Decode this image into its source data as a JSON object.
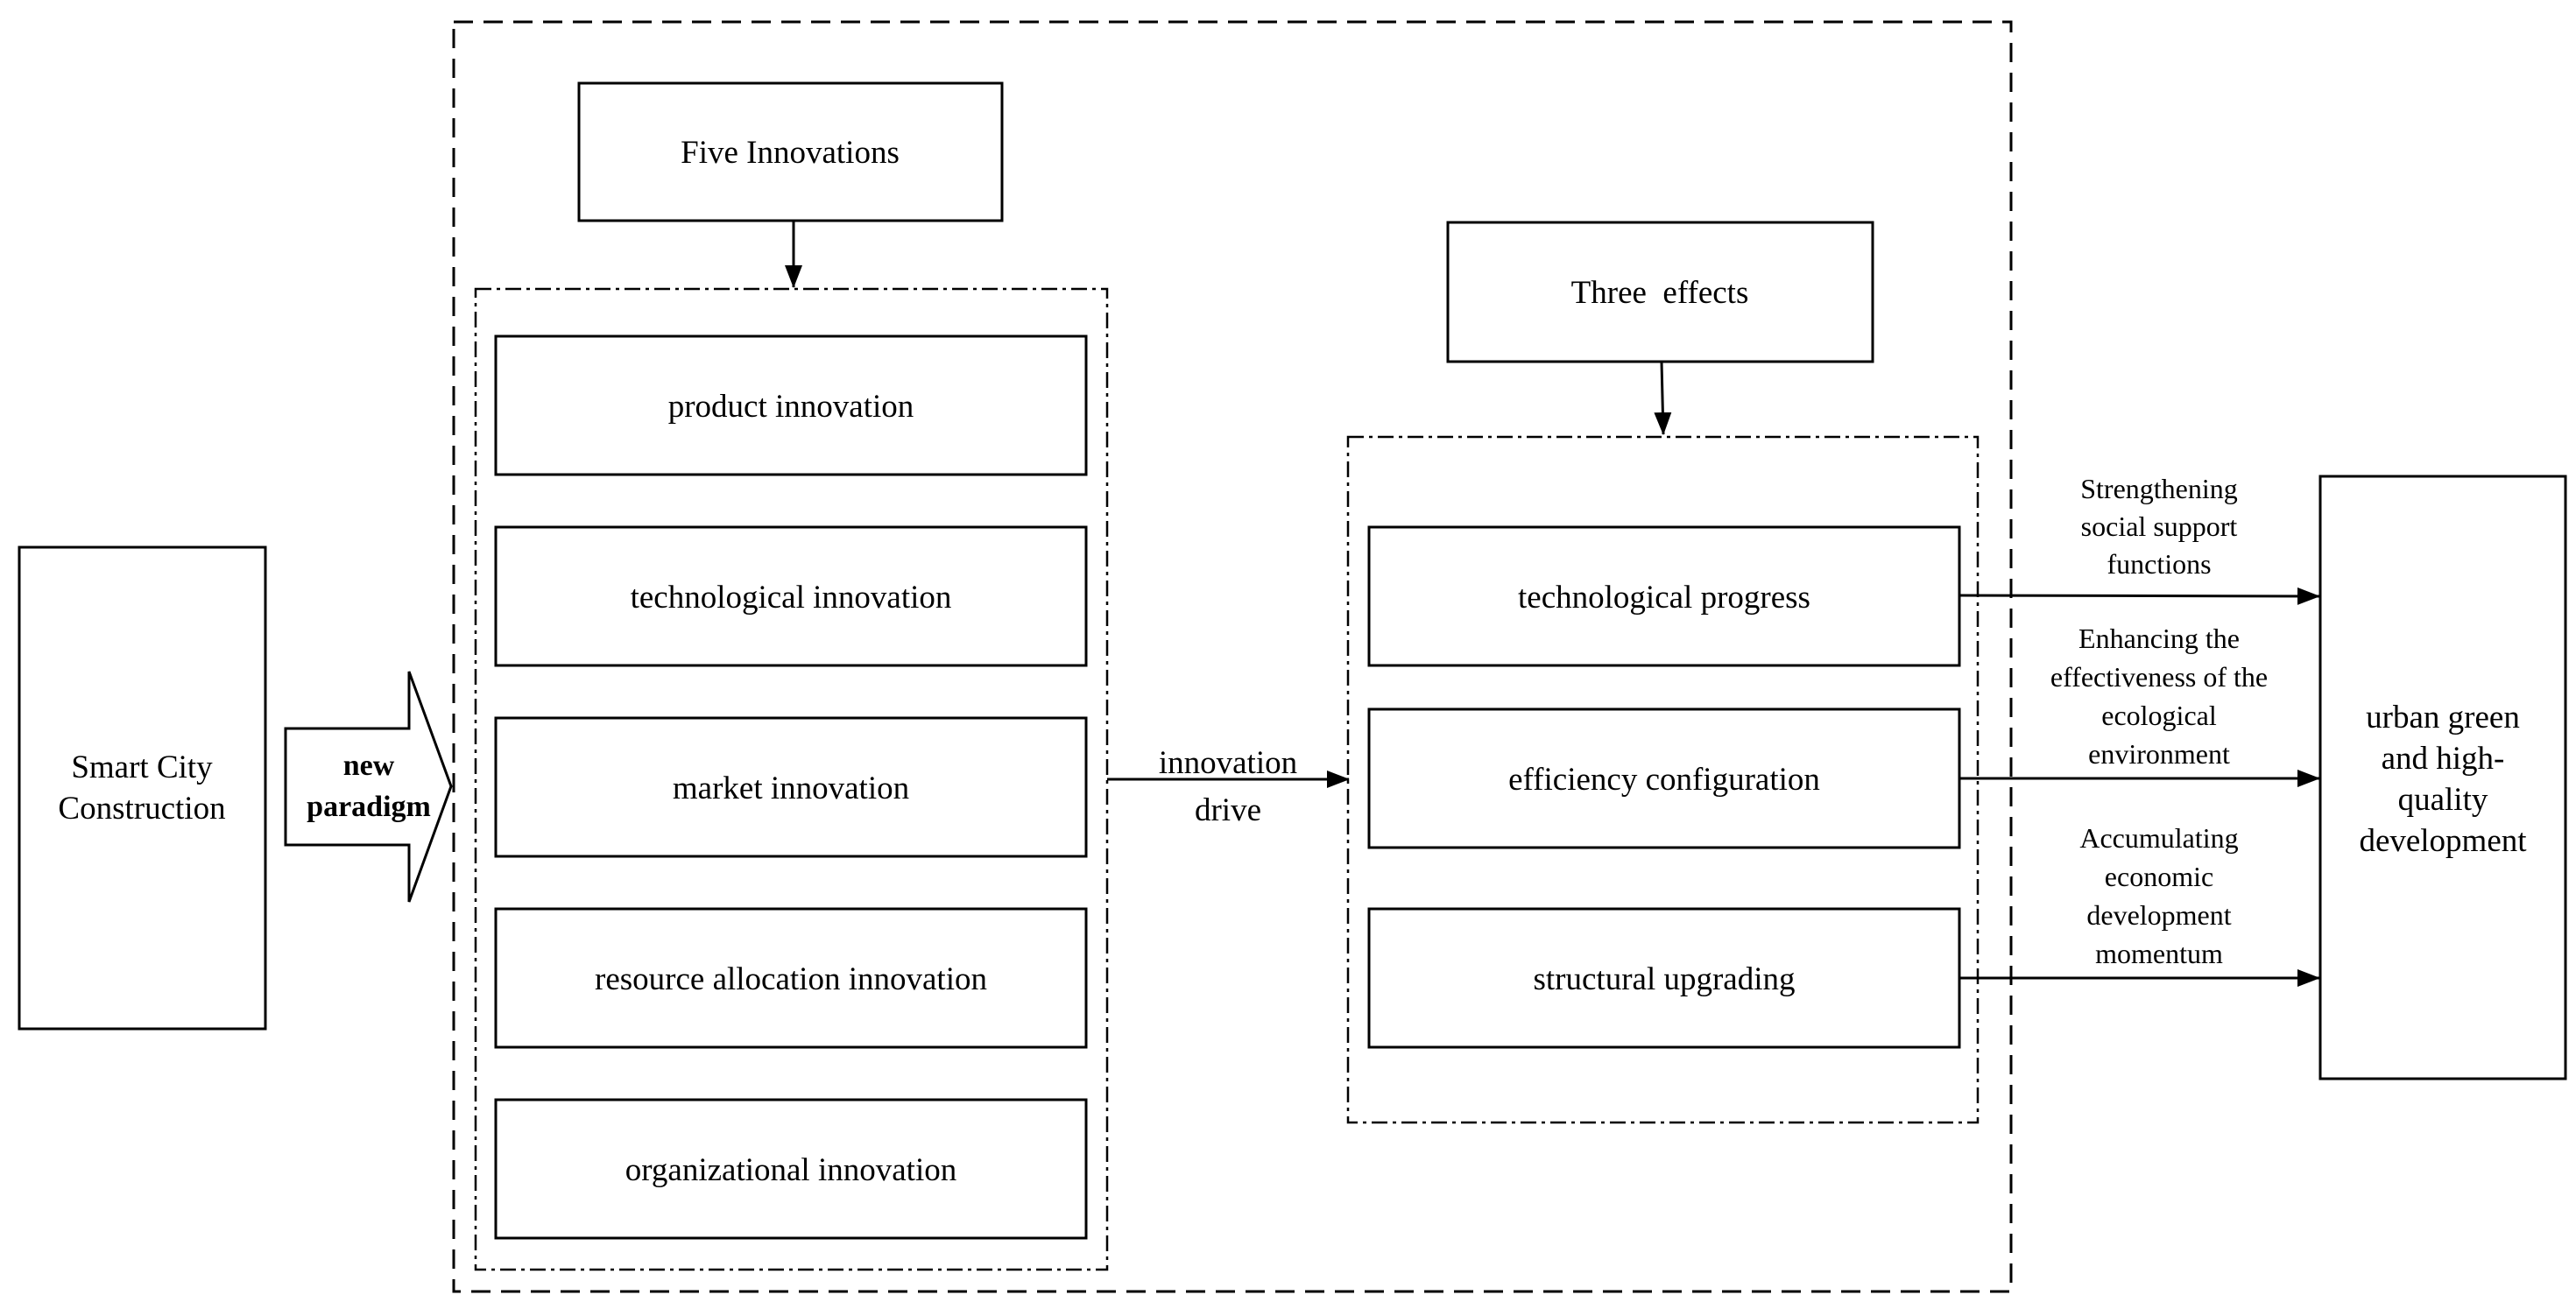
{
  "left_box": {
    "line1": "Smart City",
    "line2": "Construction"
  },
  "paradigm_arrow": {
    "line1": "new",
    "line2": "paradigm"
  },
  "five_innovations": {
    "title": "Five Innovations",
    "items": [
      "product innovation",
      "technological innovation",
      "market innovation",
      "resource allocation innovation",
      "organizational innovation"
    ]
  },
  "innovation_drive": {
    "line1": "innovation",
    "line2": "drive"
  },
  "three_effects": {
    "title": "Three  effects",
    "items": [
      "technological progress",
      "efficiency configuration",
      "structural upgrading"
    ]
  },
  "effect_labels": [
    [
      "Strengthening",
      "social support",
      "functions"
    ],
    [
      "Enhancing the",
      "effectiveness of the",
      "ecological",
      "environment"
    ],
    [
      "Accumulating",
      "economic",
      "development",
      "momentum"
    ]
  ],
  "right_box": {
    "lines": [
      "urban green",
      "and high-",
      "quality",
      "development"
    ]
  }
}
